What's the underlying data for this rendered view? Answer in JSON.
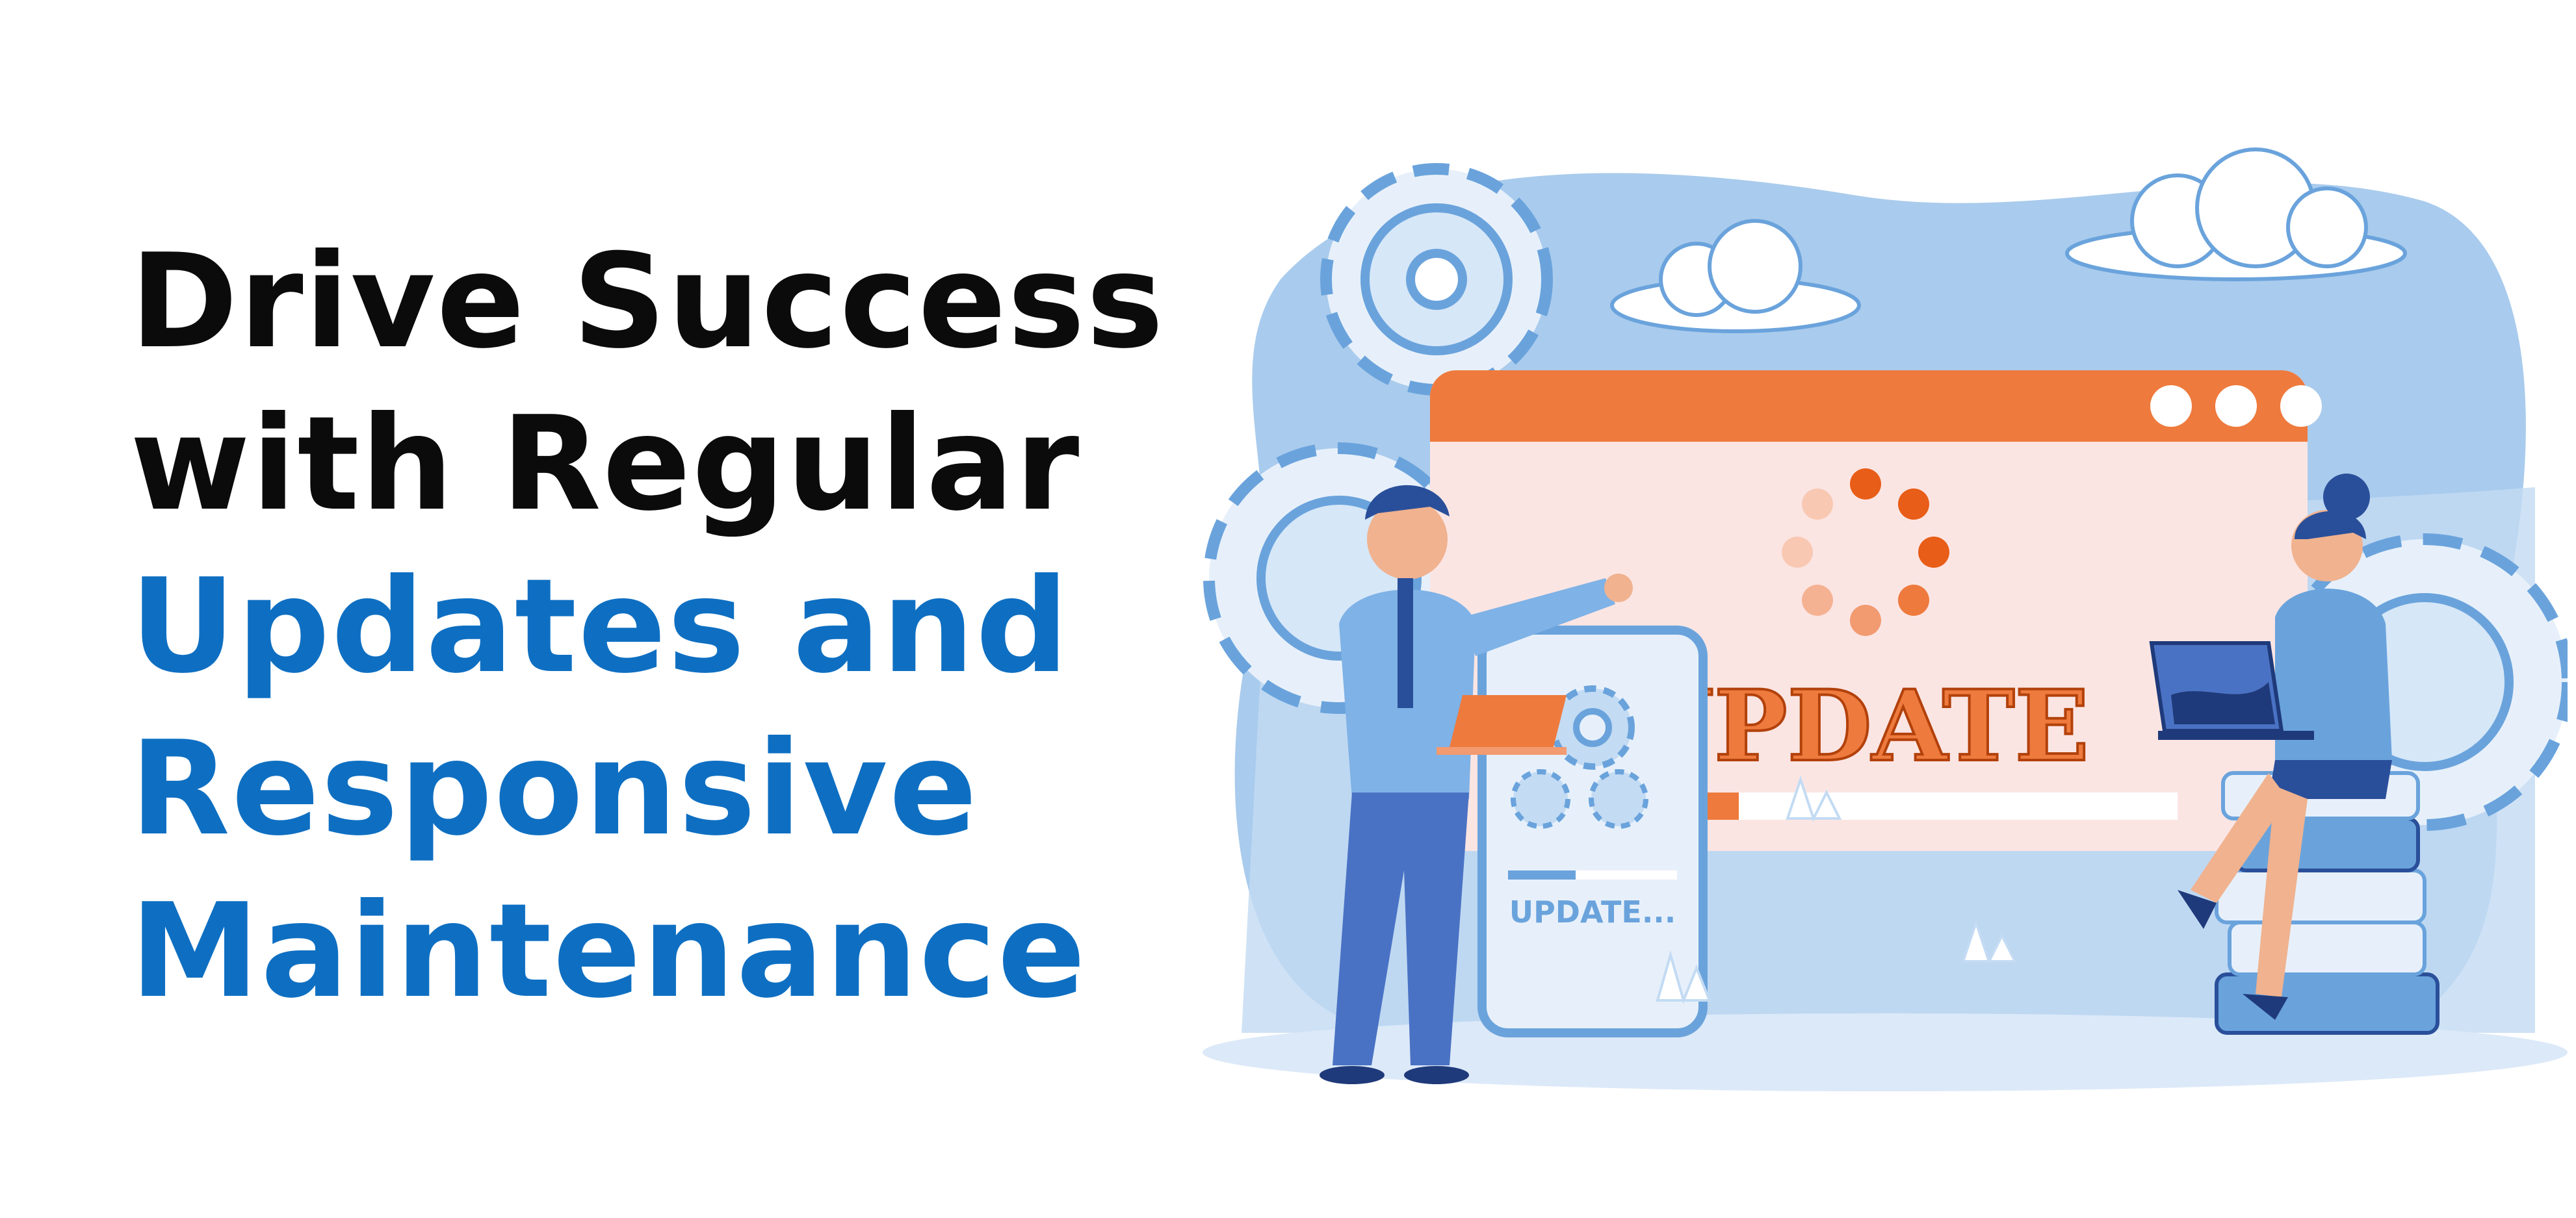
{
  "headline": {
    "line1": "Drive Success",
    "line2": "with Regular",
    "line3": "Updates and",
    "line4": "Responsive",
    "line5": "Maintenance"
  },
  "illustration": {
    "window_banner": "UPDATE",
    "phone_label": "UPDATE...",
    "progress": 0.25,
    "phone_progress": 0.4
  },
  "colors": {
    "headline_dark": "#0b0b0b",
    "headline_blue": "#0e6fc2",
    "accent_orange": "#ee7a3d",
    "bg_blue": "#a9cbed"
  },
  "icons": [
    "gear-icon",
    "cloud-icon",
    "loading-spinner-icon",
    "laptop-icon",
    "smartphone-icon",
    "book-stack-icon"
  ]
}
